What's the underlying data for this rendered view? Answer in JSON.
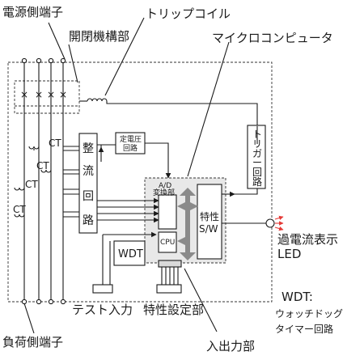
{
  "labels": {
    "power_side_terminal": "電源側端子",
    "switch_mechanism": "開閉機構部",
    "trip_coil": "トリップコイル",
    "microcomputer": "マイクロコンピュータ",
    "ct": "CT",
    "rectifier": [
      "整",
      "流",
      "回",
      "路"
    ],
    "const_voltage_line1": "定電圧",
    "const_voltage_line2": "回路",
    "trigger_circuit": [
      "ト",
      "リ",
      "ガ",
      "ー",
      "回",
      "路"
    ],
    "ad_line1": "A/D",
    "ad_line2": "変換部",
    "cpu": "CPU",
    "wdt": "WDT",
    "char_sw_line1": "特性",
    "char_sw_line2": "S/W",
    "overcurrent_led_line1": "過電流表示",
    "overcurrent_led_line2": "LED",
    "wdt_note_line1": "WDT:",
    "wdt_note_line2": "ウォッチドッグ",
    "wdt_note_line3": "タイマー回路",
    "test_input": "テスト入力",
    "char_setting": "特性設定部",
    "io_section": "入出力部",
    "load_side_terminal": "負荷側端子"
  }
}
